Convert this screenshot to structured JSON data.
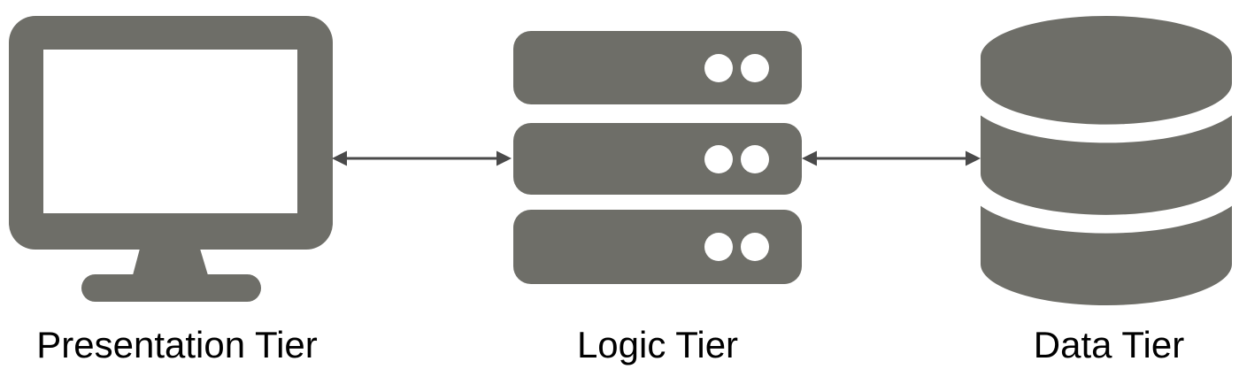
{
  "diagram": {
    "name": "three-tier-architecture",
    "background": "#ffffff",
    "colors": {
      "icon_gray": "#6e6e68",
      "arrow": "#4a4a4a",
      "label_text": "#000000",
      "icon_accent_white": "#ffffff"
    },
    "tiers": [
      {
        "id": "presentation",
        "label": "Presentation Tier",
        "icon": "monitor-icon"
      },
      {
        "id": "logic",
        "label": "Logic Tier",
        "icon": "server-stack-icon"
      },
      {
        "id": "data",
        "label": "Data Tier",
        "icon": "database-icon"
      }
    ],
    "connectors": [
      {
        "from": "presentation",
        "to": "logic",
        "type": "double-headed-arrow"
      },
      {
        "from": "logic",
        "to": "data",
        "type": "double-headed-arrow"
      }
    ]
  }
}
